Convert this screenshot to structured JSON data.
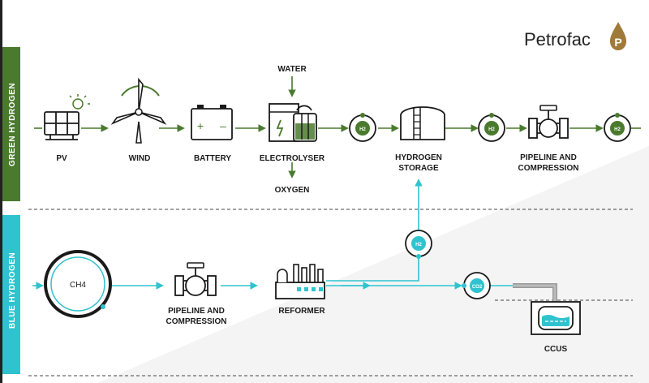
{
  "brand": {
    "name": "Petrofac",
    "logo_letter": "P"
  },
  "bands": {
    "green": {
      "label": "GREEN HYDROGEN",
      "color": "#4a7a2e"
    },
    "blue": {
      "label": "BLUE HYDROGEN",
      "color": "#2fc3cf"
    }
  },
  "green_row": {
    "pv": "PV",
    "wind": "WIND",
    "battery": "BATTERY",
    "electrolyser": "ELECTROLYSER",
    "water": "WATER",
    "oxygen": "OXYGEN",
    "storage_line1": "HYDROGEN",
    "storage_line2": "STORAGE",
    "pipeline_line1": "PIPELINE AND",
    "pipeline_line2": "COMPRESSION",
    "h2": "H2"
  },
  "blue_row": {
    "ch4": "CH4",
    "pipeline_line1": "PIPELINE AND",
    "pipeline_line2": "COMPRESSION",
    "reformer": "REFORMER",
    "co2": "CO2",
    "h2": "H2",
    "ccus": "CCUS"
  },
  "colors": {
    "green": "#4a7a2e",
    "blue": "#2fc3cf",
    "dark": "#1a1a1a",
    "gray": "#9a9a9a"
  },
  "icons": [
    "solar-panel-icon",
    "wind-turbine-icon",
    "battery-icon",
    "electrolyser-icon",
    "storage-tank-icon",
    "valve-icon",
    "factory-icon",
    "ccus-tank-icon",
    "petrofac-drop-icon"
  ]
}
